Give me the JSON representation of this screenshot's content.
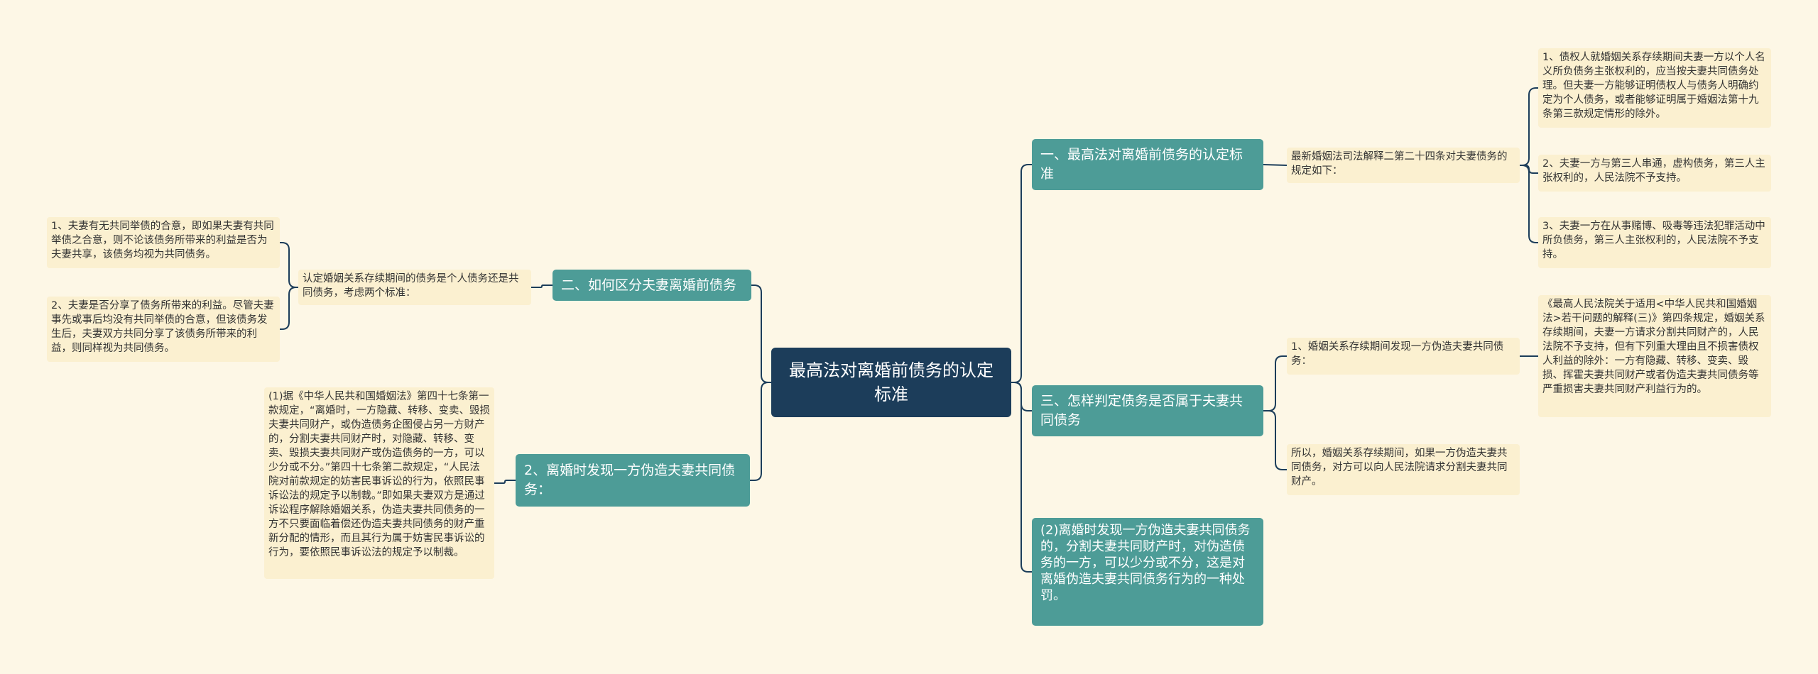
{
  "root": {
    "title": "最高法对离婚前债务的认定标准"
  },
  "branches": {
    "b1": {
      "label": "一、最高法对离婚前债务的认定标准"
    },
    "b2": {
      "label": "二、如何区分夫妻离婚前债务"
    },
    "b3": {
      "label": "2、离婚时发现一方伪造夫妻共同债务："
    },
    "b4": {
      "label": "三、怎样判定债务是否属于夫妻共同债务"
    },
    "b5": {
      "label": "(2)离婚时发现一方伪造夫妻共同债务的，分割夫妻共同财产时，对伪造债务的一方，可以少分或不分，这是对离婚伪造夫妻共同债务行为的一种处罚。"
    }
  },
  "leaves": {
    "b1_mid": "最新婚姻法司法解释二第二十四条对夫妻债务的规定如下：",
    "b1_c1": "1、债权人就婚姻关系存续期间夫妻一方以个人名义所负债务主张权利的，应当按夫妻共同债务处理。但夫妻一方能够证明债权人与债务人明确约定为个人债务，或者能够证明属于婚姻法第十九条第三款规定情形的除外。",
    "b1_c2": "2、夫妻一方与第三人串通，虚构债务，第三人主张权利的，人民法院不予支持。",
    "b1_c3": "3、夫妻一方在从事赌博、吸毒等违法犯罪活动中所负债务，第三人主张权利的，人民法院不予支持。",
    "b2_mid": "认定婚姻关系存续期间的债务是个人债务还是共同债务，考虑两个标准：",
    "b2_c1": "1、夫妻有无共同举债的合意，即如果夫妻有共同举债之合意，则不论该债务所带来的利益是否为夫妻共享，该债务均视为共同债务。",
    "b2_c2": "2、夫妻是否分享了债务所带来的利益。尽管夫妻事先或事后均没有共同举债的合意，但该债务发生后，夫妻双方共同分享了该债务所带来的利益，则同样视为共同债务。",
    "b3_c1": "(1)据《中华人民共和国婚姻法》第四十七条第一款规定，“离婚时，一方隐藏、转移、变卖、毁损夫妻共同财产，或伪造债务企图侵占另一方财产的，分割夫妻共同财产时，对隐藏、转移、变卖、毁损夫妻共同财产或伪造债务的一方，可以少分或不分。”第四十七条第二款规定，“人民法院对前款规定的妨害民事诉讼的行为，依照民事诉讼法的规定予以制裁。”即如果夫妻双方是通过诉讼程序解除婚姻关系，伪造夫妻共同债务的一方不只要面临着偿还伪造夫妻共同债务的财产重新分配的情形，而且其行为属于妨害民事诉讼的行为，要依照民事诉讼法的规定予以制裁。",
    "b4_m1": "1、婚姻关系存续期间发现一方伪造夫妻共同债务：",
    "b4_m1_c1": "《最高人民法院关于适用<中华人民共和国婚姻法>若干问题的解释(三)》第四条规定，婚姻关系存续期间，夫妻一方请求分割共同财产的，人民法院不予支持，但有下列重大理由且不损害债权人利益的除外：一方有隐藏、转移、变卖、毁损、挥霍夫妻共同财产或者伪造夫妻共同债务等严重损害夫妻共同财产利益行为的。",
    "b4_m2": "所以，婚姻关系存续期间，如果一方伪造夫妻共同债务，对方可以向人民法院请求分割夫妻共同财产。"
  },
  "colors": {
    "background": "#fdf7e6",
    "root": "#1c3d5a",
    "branch": "#4d9c97",
    "leaf": "#fbf0d0",
    "connector": "#1c3d5a"
  }
}
